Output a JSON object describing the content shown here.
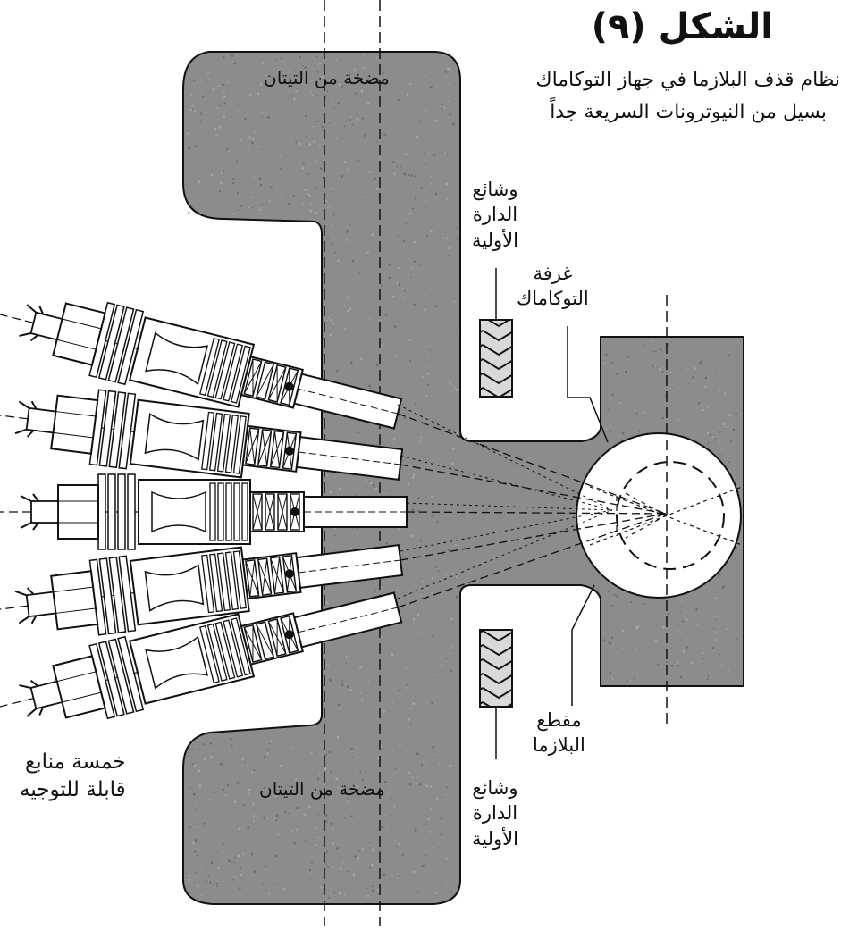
{
  "title": "الشكل (٩)",
  "caption": {
    "line1": "نظام قذف البلازما في جهاز التوكاماك",
    "line2": "بسيل من النيوترونات السريعة جداً"
  },
  "labels": {
    "titanium_pump_top": "مضخة  من  التيتان",
    "titanium_pump_bottom": "مضخة من التيتان",
    "primary_coil_top": [
      "وشائع",
      "الدارة",
      "الأولية"
    ],
    "primary_coil_bottom": [
      "وشائع",
      "الدارة",
      "الأولية"
    ],
    "tokamak_chamber": [
      "غرفة",
      "التوكاماك"
    ],
    "plasma_section": [
      "مقطع",
      "البلازما"
    ],
    "sources": [
      "خمسة منابع",
      "قابلة للتوجيه"
    ]
  },
  "colors": {
    "body_fill": "#8c8c8c",
    "outline": "#111111",
    "tube_fill": "#ffffff",
    "coil_fill": "#d9d9d9"
  }
}
